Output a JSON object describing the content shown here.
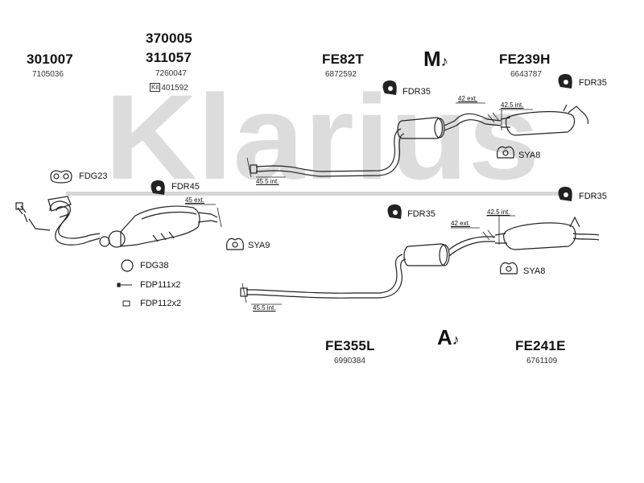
{
  "watermark": {
    "text": "Klarius",
    "color": "#d9d9d9"
  },
  "parts": {
    "p301007": {
      "code": "301007",
      "num": "7105036"
    },
    "p370005": {
      "code": "370005"
    },
    "p311057": {
      "code": "311057",
      "num": "7260047"
    },
    "kit": {
      "badge": "Kit",
      "num": "401592"
    },
    "fe82t": {
      "code": "FE82T",
      "num": "6872592"
    },
    "fe239h": {
      "code": "FE239H",
      "num": "6643787"
    },
    "fe355l": {
      "code": "FE355L",
      "num": "6990384"
    },
    "fe241e": {
      "code": "FE241E",
      "num": "6761109"
    }
  },
  "fittings": {
    "fdr35_a": "FDR35",
    "fdr35_b": "FDR35",
    "fdr35_c": "FDR35",
    "fdr35_d": "FDR35",
    "sya8_a": "SYA8",
    "sya8_b": "SYA8",
    "sya9": "SYA9",
    "fdg23": "FDG23",
    "fdr45": "FDR45",
    "fdg38": "FDG38",
    "fdp111": "FDP111x2",
    "fdp112": "FDP112x2"
  },
  "dims": {
    "ext42_top": "42 ext.",
    "int425_top": "42.5 int.",
    "int455_top": "45.5 int.",
    "ext45": "45 ext.",
    "ext42_bot": "42 ext.",
    "int425_bot": "42.5 int.",
    "int455_bot": "45.5 int."
  },
  "icons": {
    "manual": "M",
    "auto": "A"
  }
}
